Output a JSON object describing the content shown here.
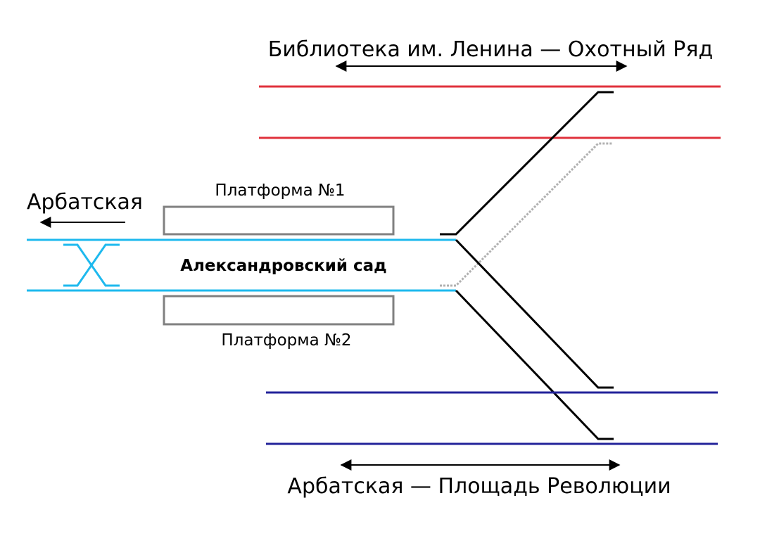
{
  "labels": {
    "top_route": "Библиотека им. Ленина — Охотный Ряд",
    "bottom_route": "Арбатская — Площадь Революции",
    "left_route": "Арбатская",
    "station": "Александровский сад",
    "platform_1": "Платформа №1",
    "platform_2": "Платформа №2"
  },
  "colors": {
    "red_line": "#e0323c",
    "blue_line": "#23239a",
    "cyan_line": "#1eb9ee",
    "platform": "#808080",
    "connector": "#000000",
    "dotted": "#b0b0b0"
  }
}
